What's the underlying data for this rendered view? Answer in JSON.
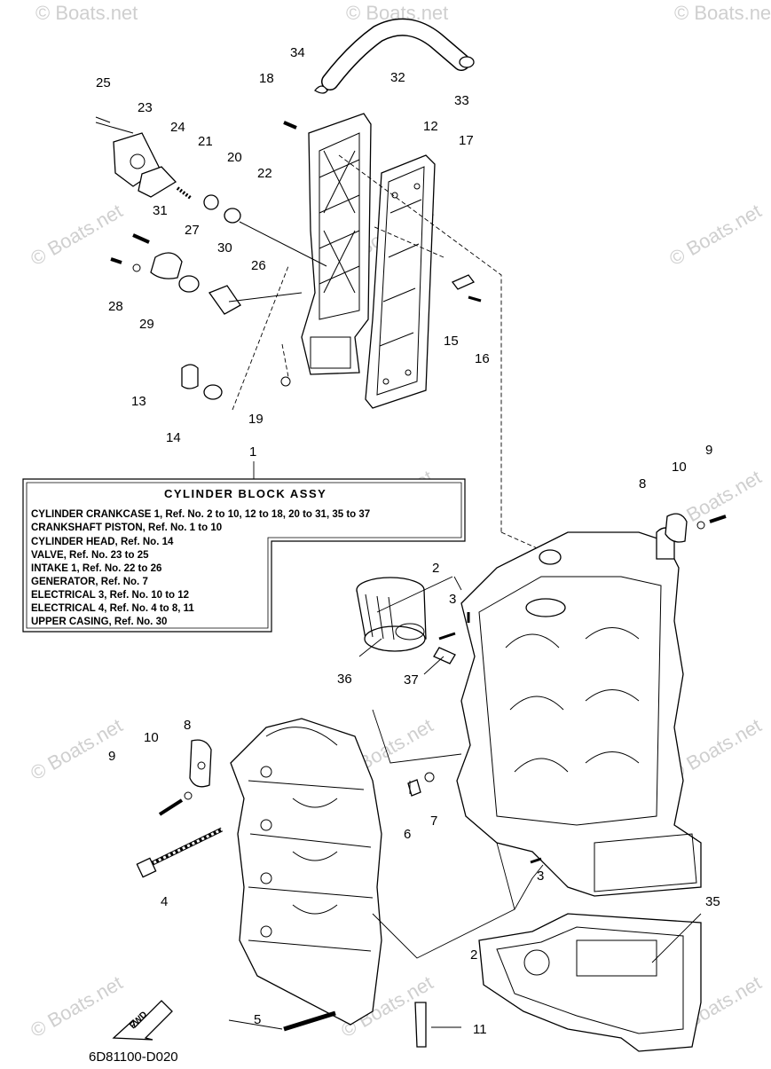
{
  "watermark": "© Boats.net",
  "diagram_code": "6D81100-D020",
  "fwd_label": "FWD",
  "info_box": {
    "ref": "1",
    "title": "CYLINDER BLOCK ASSY",
    "lines": [
      "CYLINDER CRANKCASE 1, Ref. No. 2 to 10, 12 to 18, 20 to 31, 35 to 37",
      "CRANKSHAFT PISTON, Ref. No. 1 to 10",
      "CYLINDER HEAD, Ref. No. 14",
      "VALVE, Ref. No. 23 to 25",
      "INTAKE 1, Ref. No. 22 to 26",
      "GENERATOR, Ref. No. 7",
      "ELECTRICAL 3, Ref. No. 10 to 12",
      "ELECTRICAL 4, Ref. No. 4 to 8, 11",
      "UPPER CASING, Ref. No. 30"
    ]
  },
  "callouts": [
    "34",
    "32",
    "33",
    "18",
    "12",
    "17",
    "25",
    "23",
    "24",
    "21",
    "20",
    "22",
    "31",
    "27",
    "30",
    "26",
    "28",
    "29",
    "15",
    "16",
    "13",
    "14",
    "19",
    "9",
    "10",
    "8",
    "2",
    "3",
    "36",
    "37",
    "8",
    "10",
    "9",
    "6",
    "7",
    "3",
    "4",
    "35",
    "2",
    "5",
    "11"
  ]
}
